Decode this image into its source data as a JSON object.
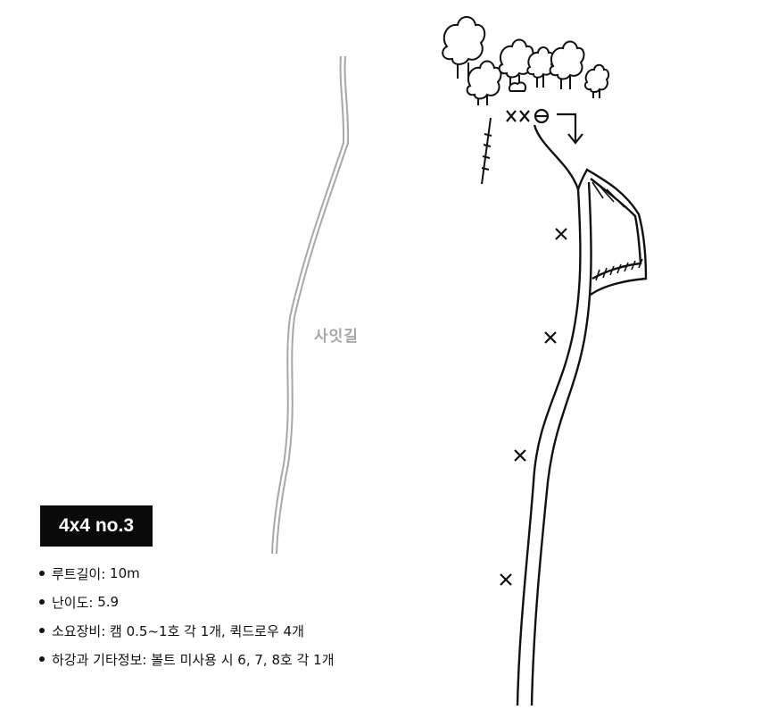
{
  "route": {
    "title": "4x4 no.3",
    "details": [
      {
        "label": "루트길이",
        "value": "10m"
      },
      {
        "label": "난이도",
        "value": "5.9"
      },
      {
        "label": "소요장비",
        "value": "캠 0.5~1호 각 1개, 퀵드로우 4개"
      },
      {
        "label": "하강과 기타정보",
        "value": "볼트 미사용 시 6, 7, 8호 각 1개"
      }
    ]
  },
  "approach_path": {
    "label": "사잇길",
    "color": "#a8a8a8"
  },
  "anchor": {
    "bolt_marks": "××",
    "rappel_ring_icon": "circle-minus-icon",
    "descent_arrow_icon": "arrow-down-icon"
  },
  "bolt_icon": "x-icon",
  "colors": {
    "line": "#111111",
    "title_bg": "#0a0a0a",
    "title_text": "#ffffff"
  }
}
